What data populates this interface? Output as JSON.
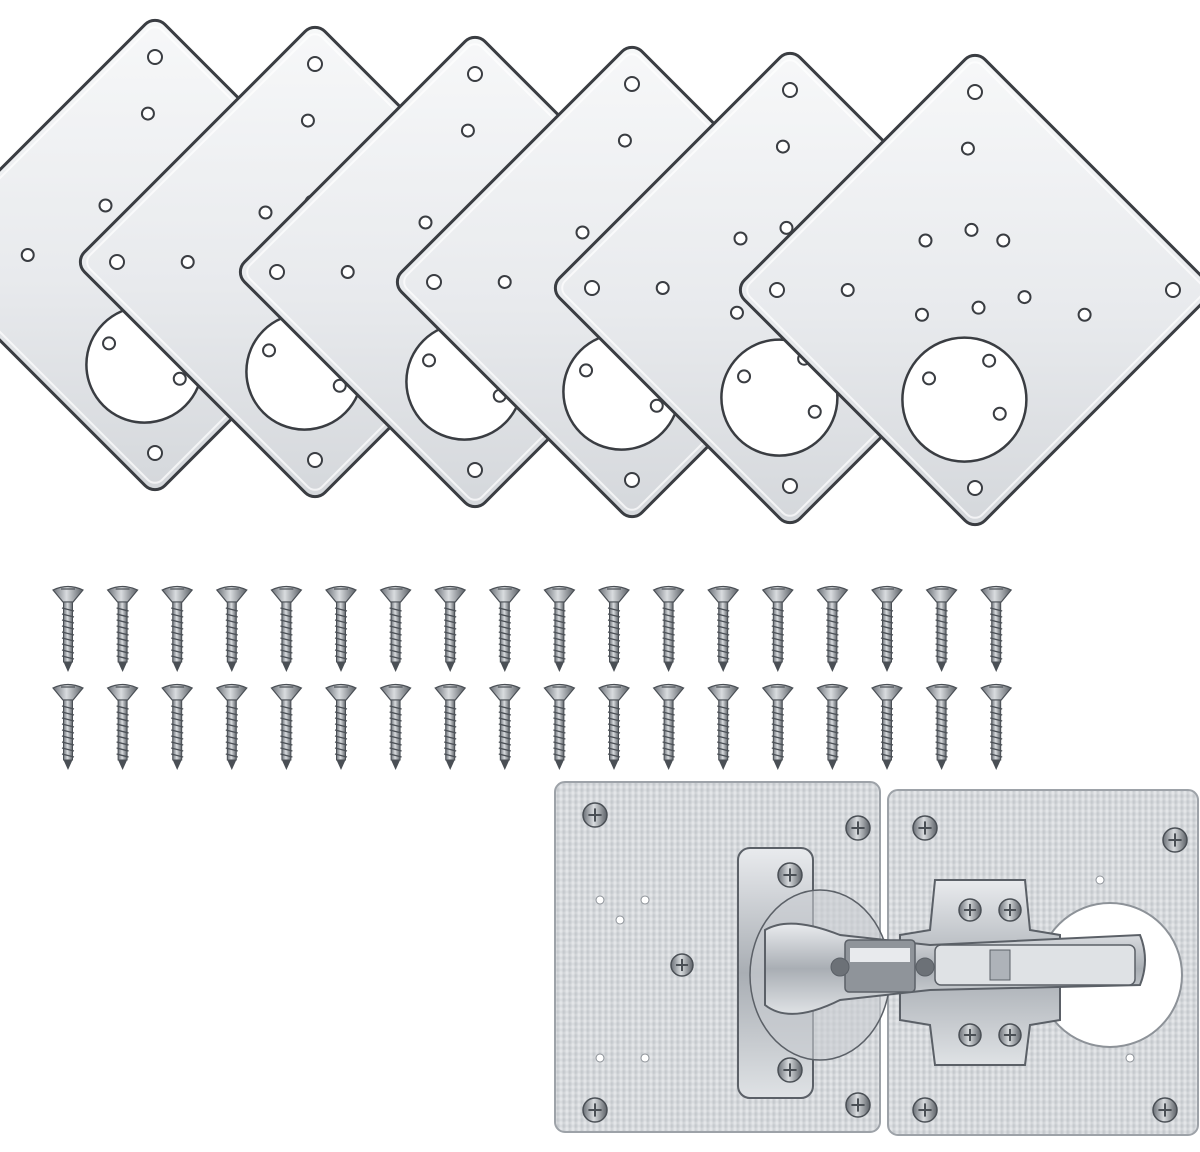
{
  "scene": {
    "background": "#ffffff",
    "plate_count": 6,
    "screw_rows": 2,
    "screws_per_row": 18,
    "colors": {
      "plate_fill": "#eef0f2",
      "plate_edge": "#3a3d42",
      "plate_shade": "#c9ccd1",
      "hole": "#ffffff",
      "screw_metal": "#9aa0a6",
      "screw_dark": "#4a4f55",
      "brushed_steel": "#d3d6da",
      "hinge_steel": "#b9bec4",
      "hinge_dark": "#5b6067"
    }
  }
}
